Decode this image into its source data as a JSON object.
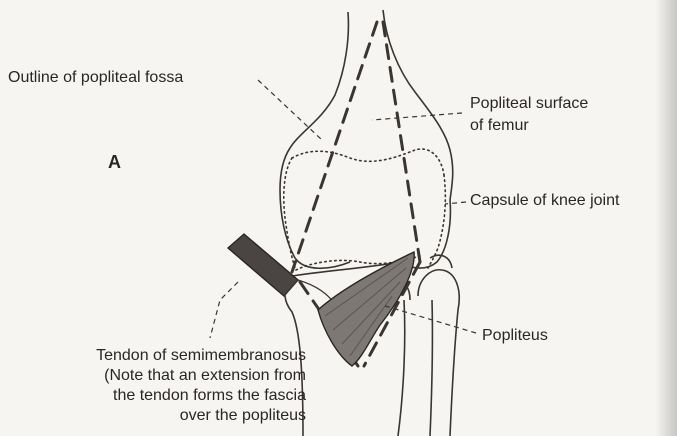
{
  "panel_letter": "A",
  "labels": {
    "outline_fossa": "Outline of popliteal fossa",
    "popliteal_surface_line1": "Popliteal surface",
    "popliteal_surface_line2": "of femur",
    "capsule": "Capsule of knee joint",
    "popliteus": "Popliteus",
    "tendon_line1": "Tendon of semimembranosus",
    "tendon_line2": "(Note that an extension from",
    "tendon_line3": "the tendon forms the fascia",
    "tendon_line4": "over the popliteus"
  },
  "colors": {
    "line": "#3a3531",
    "muscle_fill": "#7d7874",
    "tendon_fill": "#4a4542",
    "background": "#f7f5f2"
  }
}
